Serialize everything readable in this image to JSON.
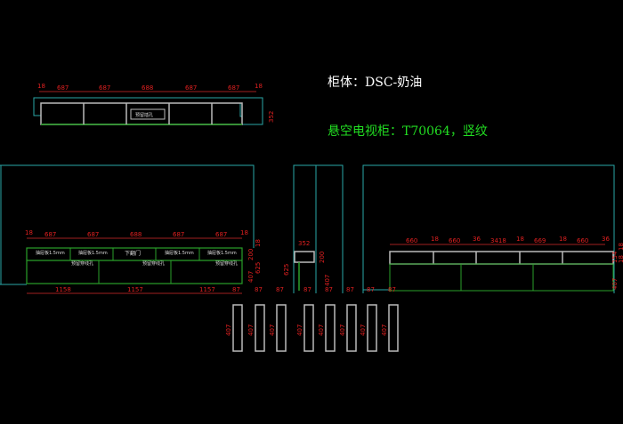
{
  "labels": {
    "cabinet_body": "柜体：DSC-奶油",
    "tv_cabinet": "悬空电视柜：T70064，竖纹"
  },
  "colors": {
    "dim": "#e02020",
    "outline": "#2aa8a8",
    "panel": "#bbbbbb",
    "door": "#2aa02a",
    "title_green": "#22dd22"
  },
  "plan": {
    "dims_top": [
      "18",
      "687",
      "687",
      "688",
      "687",
      "687",
      "18"
    ],
    "depth": "352",
    "center_label": "预留插孔"
  },
  "front": {
    "dims_top": [
      "18",
      "687",
      "687",
      "688",
      "687",
      "687",
      "18"
    ],
    "dims_bottom": [
      "1158",
      "1157",
      "1157"
    ],
    "dims_right": [
      "18",
      "200",
      "407",
      "625"
    ],
    "drawer_label": "下翻门",
    "drawer_note": "抽屉板1.5mm",
    "door_note": "预留穿线孔"
  },
  "side": {
    "dims": [
      "352",
      "200",
      "407",
      "625"
    ]
  },
  "right": {
    "dims_top": [
      "660",
      "18",
      "660",
      "36",
      "3418",
      "18",
      "669",
      "18",
      "660",
      "36"
    ],
    "dims_right": [
      "18",
      "154",
      "18",
      "407"
    ]
  },
  "parts": {
    "width": "87",
    "height": "407",
    "count": 8
  }
}
